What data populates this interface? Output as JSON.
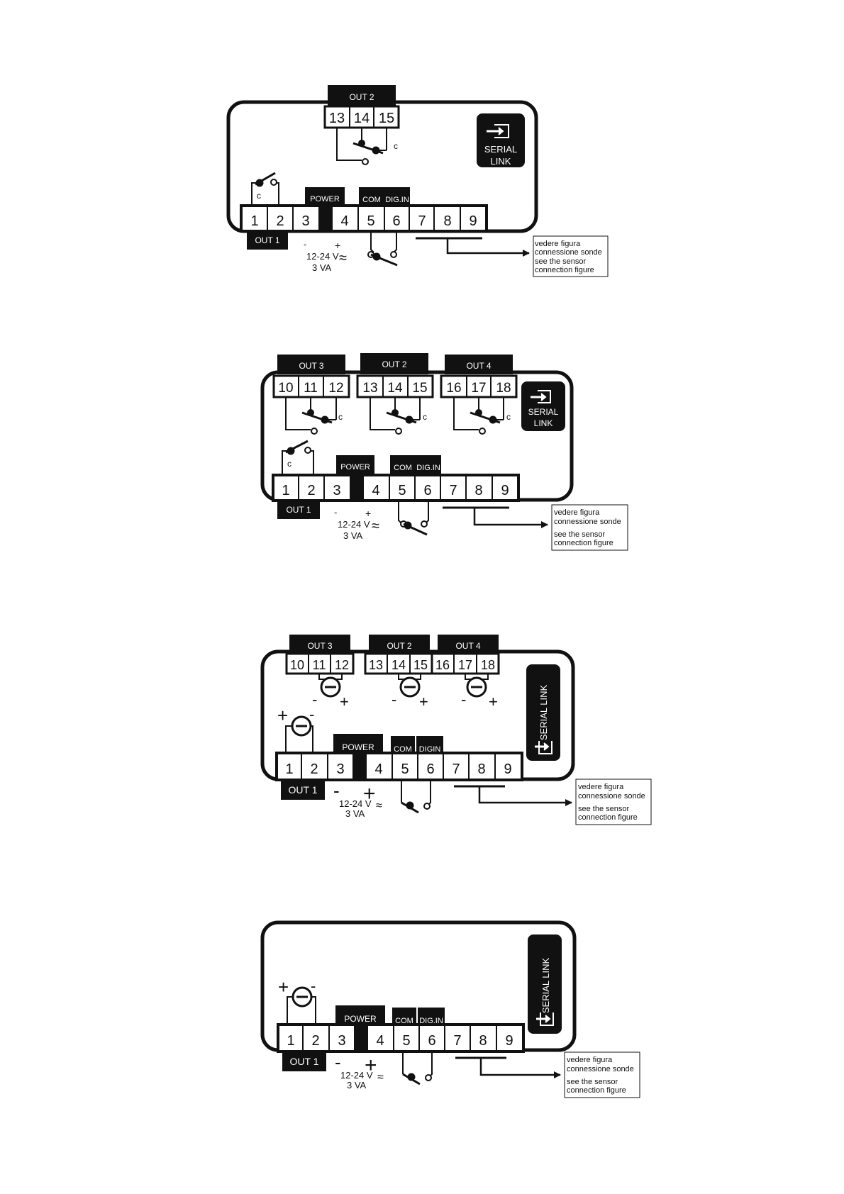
{
  "labels": {
    "out1": "OUT 1",
    "out2": "OUT 2",
    "out3": "OUT 3",
    "out4": "OUT 4",
    "power": "POWER",
    "com": "COM",
    "digin": "DIG.IN",
    "digin_alt": "DIGIN",
    "c": "c",
    "minus": "-",
    "plus": "+",
    "voltage": "12-24 V",
    "approx": "≈",
    "power_va": "3 VA",
    "serial_link": "SERIAL LINK",
    "serial": "SERIAL",
    "link": "LINK"
  },
  "note": {
    "line1": "vedere figura",
    "line2": "connessione sonde",
    "line3": "see the sensor",
    "line4": "connection figure"
  },
  "terminals": {
    "bottom": [
      "1",
      "2",
      "3",
      "4",
      "5",
      "6",
      "7",
      "8",
      "9"
    ],
    "out3": [
      "10",
      "11",
      "12"
    ],
    "out2": [
      "13",
      "14",
      "15"
    ],
    "out4": [
      "16",
      "17",
      "18"
    ]
  }
}
